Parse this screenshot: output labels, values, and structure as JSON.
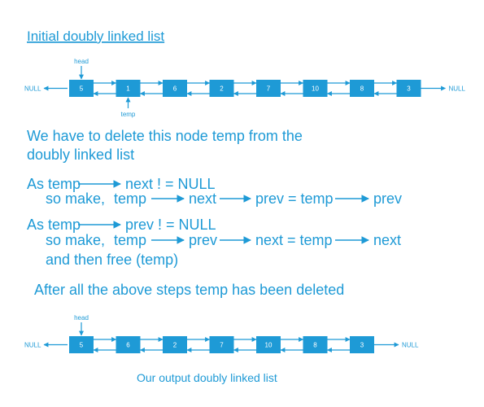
{
  "title": "Initial doubly linked list",
  "initial_list": {
    "nodes": [
      "5",
      "1",
      "6",
      "2",
      "7",
      "10",
      "8",
      "3"
    ],
    "null_left": "NULL",
    "null_right": "NULL",
    "head_label": "head",
    "temp_label": "temp"
  },
  "explanation": {
    "line1": "We have to delete this node temp from the",
    "line2": "doubly linked list",
    "cond1": {
      "a": "As temp",
      "b": "next ! = NULL"
    },
    "step1": {
      "lead": "so make,",
      "a": "temp",
      "b": "next",
      "c": "prev = temp",
      "d": "prev"
    },
    "cond2": {
      "a": "As temp",
      "b": "prev ! = NULL"
    },
    "step2": {
      "lead": "so make,",
      "a": "temp",
      "b": "prev",
      "c": "next = temp",
      "d": "next"
    },
    "free": "and then free (temp)",
    "after": "After all the above steps temp has been deleted"
  },
  "output_list": {
    "nodes": [
      "5",
      "6",
      "2",
      "7",
      "10",
      "8",
      "3"
    ],
    "null_left": "NULL",
    "null_right": "NULL",
    "head_label": "head"
  },
  "caption": "Our output doubly linked list",
  "colors": {
    "accent": "#1e9ad6",
    "text": "#1e9ad6",
    "node_text": "#ffffff",
    "background": "#ffffff"
  }
}
